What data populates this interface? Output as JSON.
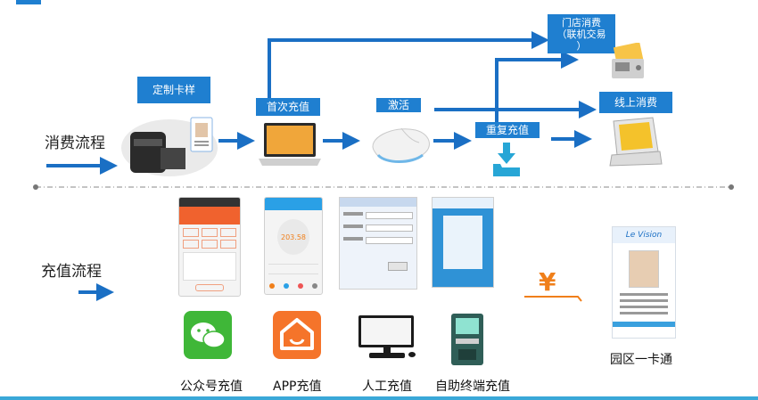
{
  "top_flow": {
    "label": "消费流程",
    "steps": {
      "card_style": "定制卡样",
      "first_recharge": "首次充值",
      "activate": "激活",
      "repeat_recharge": "重复充值",
      "store_consume": "门店消费\n（联机交易\n）",
      "online_consume": "线上消费"
    }
  },
  "bottom_flow": {
    "label": "充值流程",
    "channels": [
      {
        "label": "公众号充值",
        "icon": "wechat-icon"
      },
      {
        "label": "APP充值",
        "icon": "app-home-icon"
      },
      {
        "label": "人工充值",
        "icon": "computer-icon"
      },
      {
        "label": "自助终端充值",
        "icon": "kiosk-icon"
      }
    ],
    "currency_symbol": "¥",
    "card_label": "园区一卡通",
    "card_brand": "Le Vision",
    "phone_amount": "203.58"
  },
  "colors": {
    "accent": "#1f7fd0",
    "arrow": "#1a6fc4",
    "currency": "#f07f1a",
    "wechat": "#3fb738",
    "app": "#f5742a"
  }
}
